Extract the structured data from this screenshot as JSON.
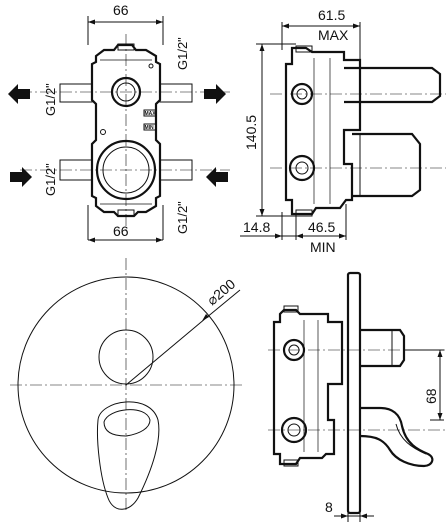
{
  "labels": {
    "top_width_top": "66",
    "top_width_bottom": "66",
    "side_depth_max": "61.5",
    "max": "MAX",
    "height": "140.5",
    "offset": "14.8",
    "min_depth": "46.5",
    "min": "MIN",
    "diameter": "⌀200",
    "lever_offset": "68",
    "plate_thickness": "8",
    "thread_left_top": "G1/2\"",
    "thread_left_bottom": "G1/2\"",
    "thread_right_top": "G1/2\"",
    "thread_right_bottom": "G1/2\"",
    "body_max_mark": "MAX",
    "body_min_mark": "MIN"
  },
  "icons": {
    "outlet_arrow": "arrow-left-icon",
    "inlet_arrow_left": "arrow-right-icon",
    "inlet_arrow_right": "arrow-left-icon"
  }
}
